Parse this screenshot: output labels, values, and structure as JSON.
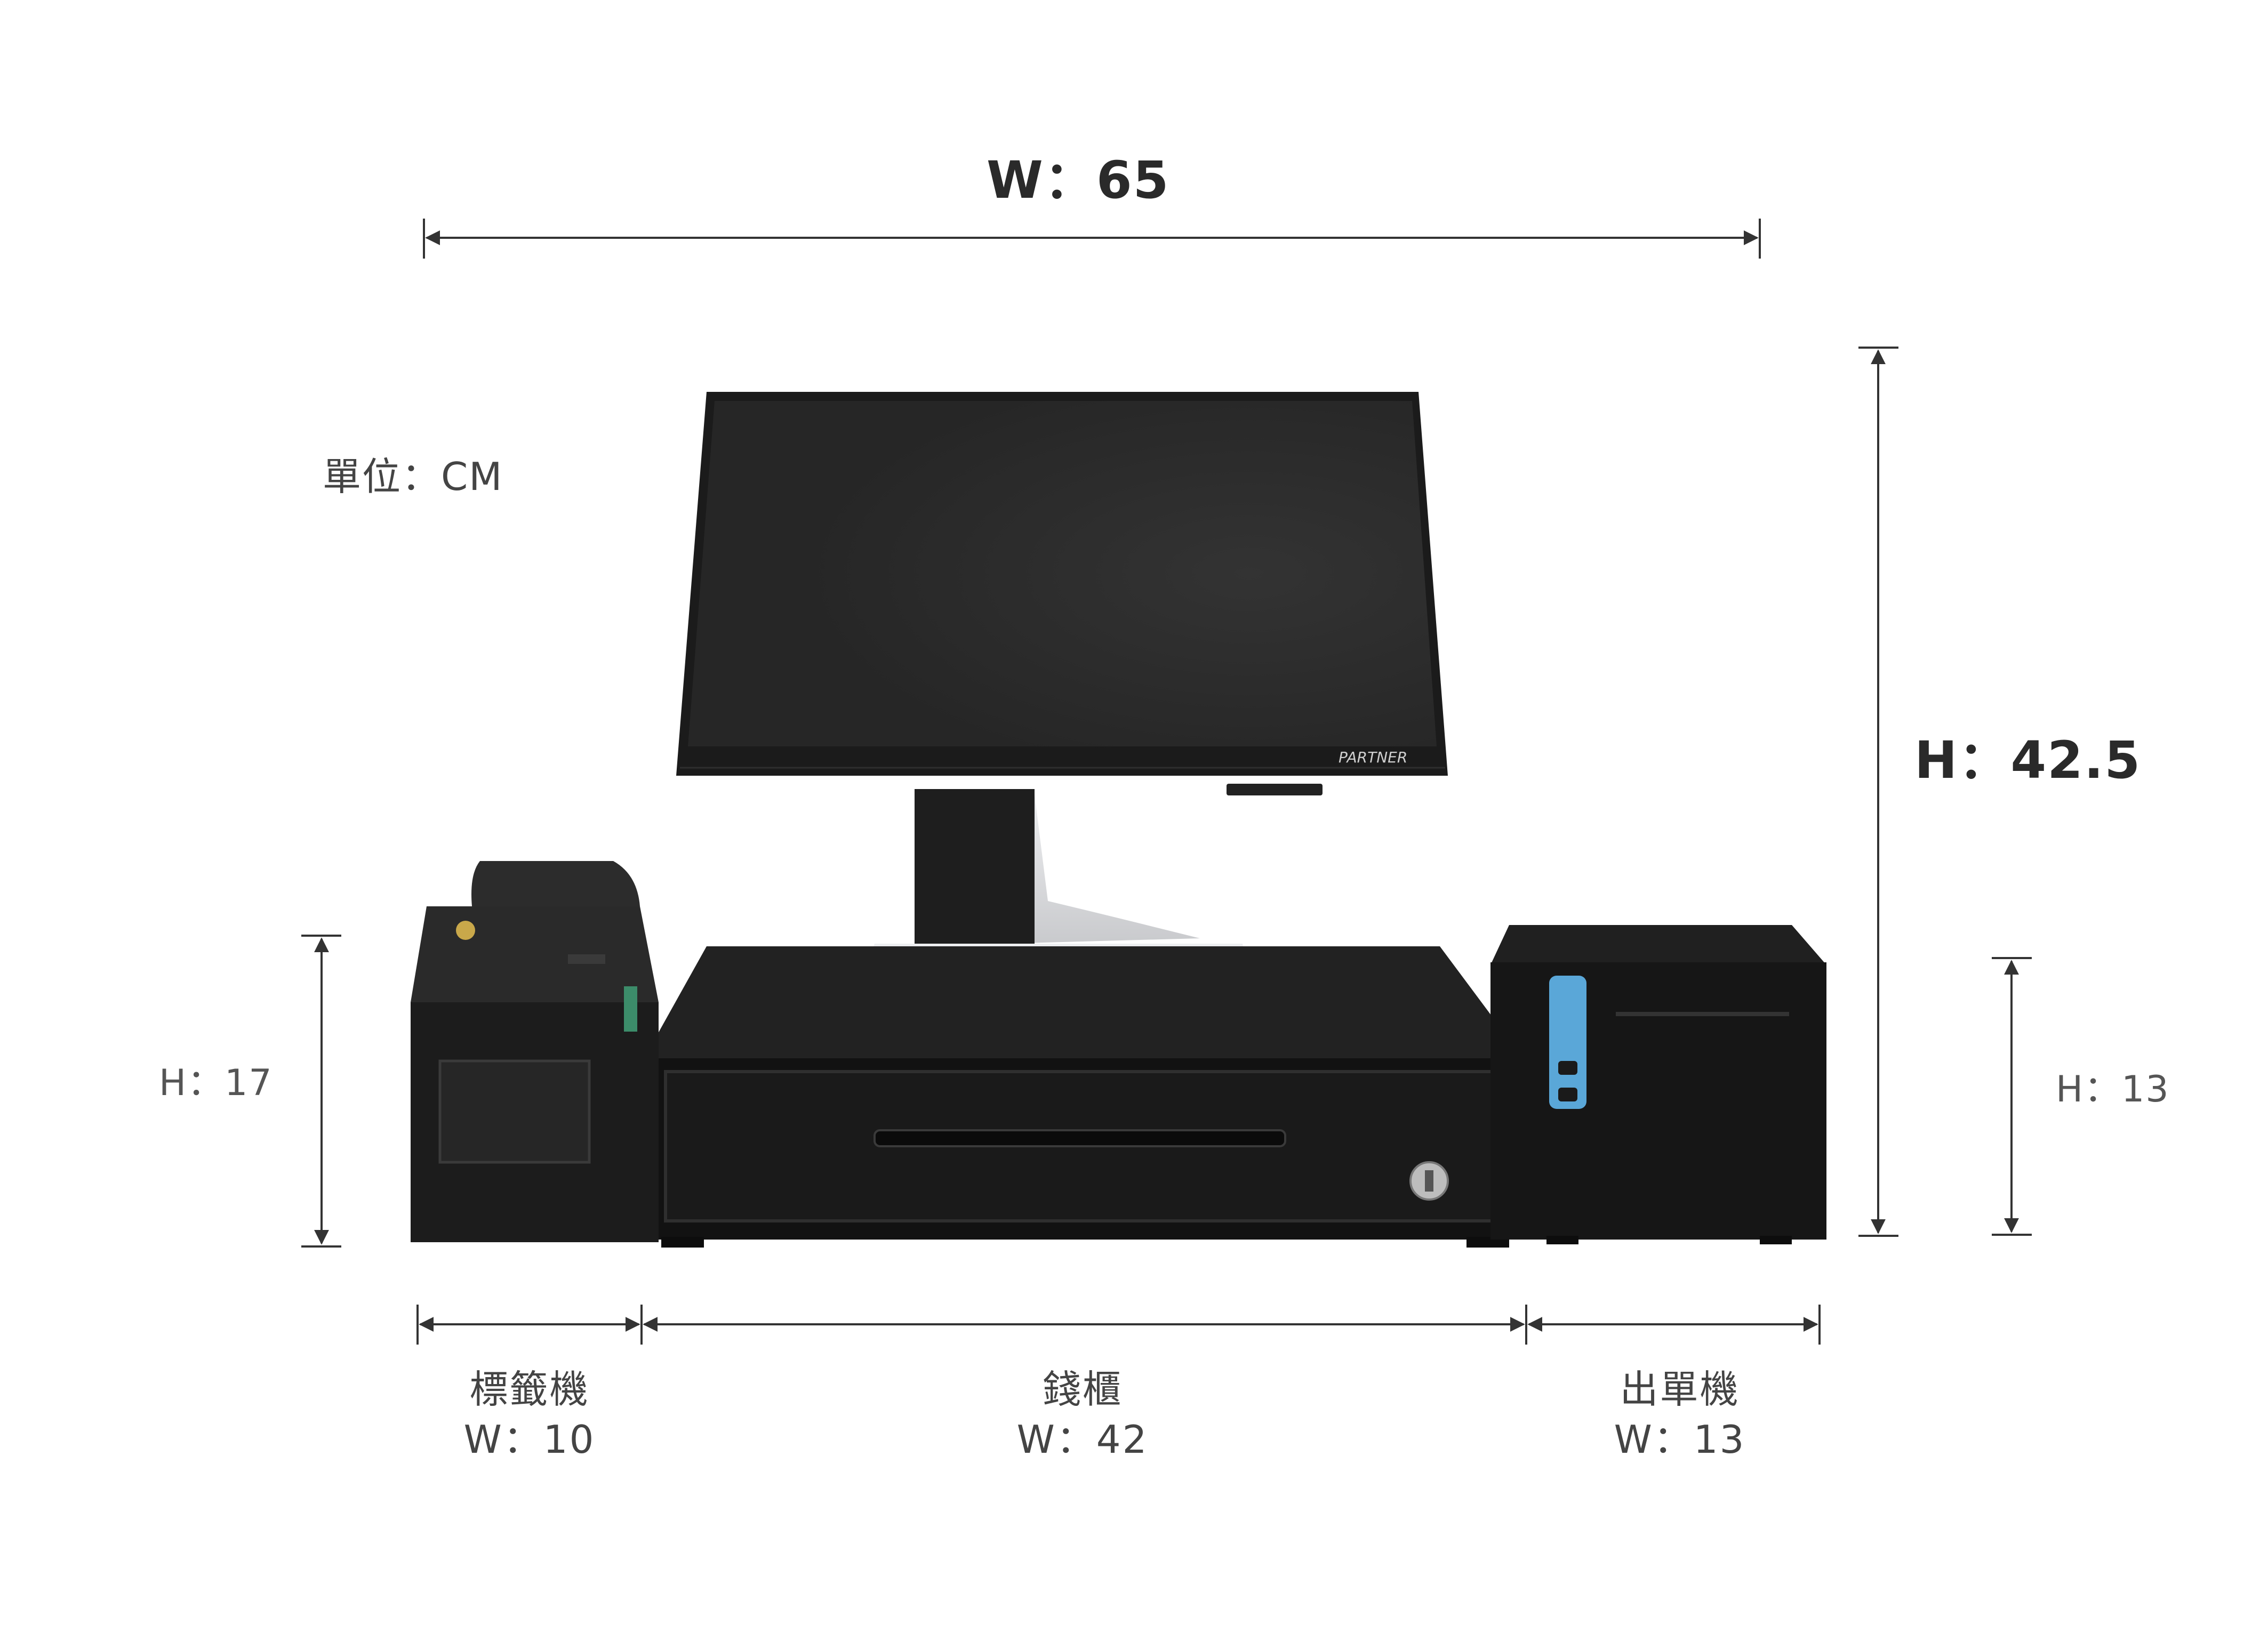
{
  "overall": {
    "width_label": "W：65",
    "height_label": "H：42.5"
  },
  "unit_label": "單位：CM",
  "label_printer": {
    "name": "標籤機",
    "width_label": "W：10",
    "height_label": "H：17"
  },
  "cash_drawer": {
    "name": "錢櫃",
    "width_label": "W：42"
  },
  "receipt_printer": {
    "name": "出單機",
    "width_label": "W：13",
    "height_label": "H：13"
  },
  "monitor": {
    "brand_text": "PARTNER"
  },
  "colors": {
    "line": "#333333",
    "device_body": "#1b1b1b",
    "screen": "#2b2b2b",
    "stand_silver": "#d9dadc",
    "accent_blue": "#5aa7d8"
  }
}
